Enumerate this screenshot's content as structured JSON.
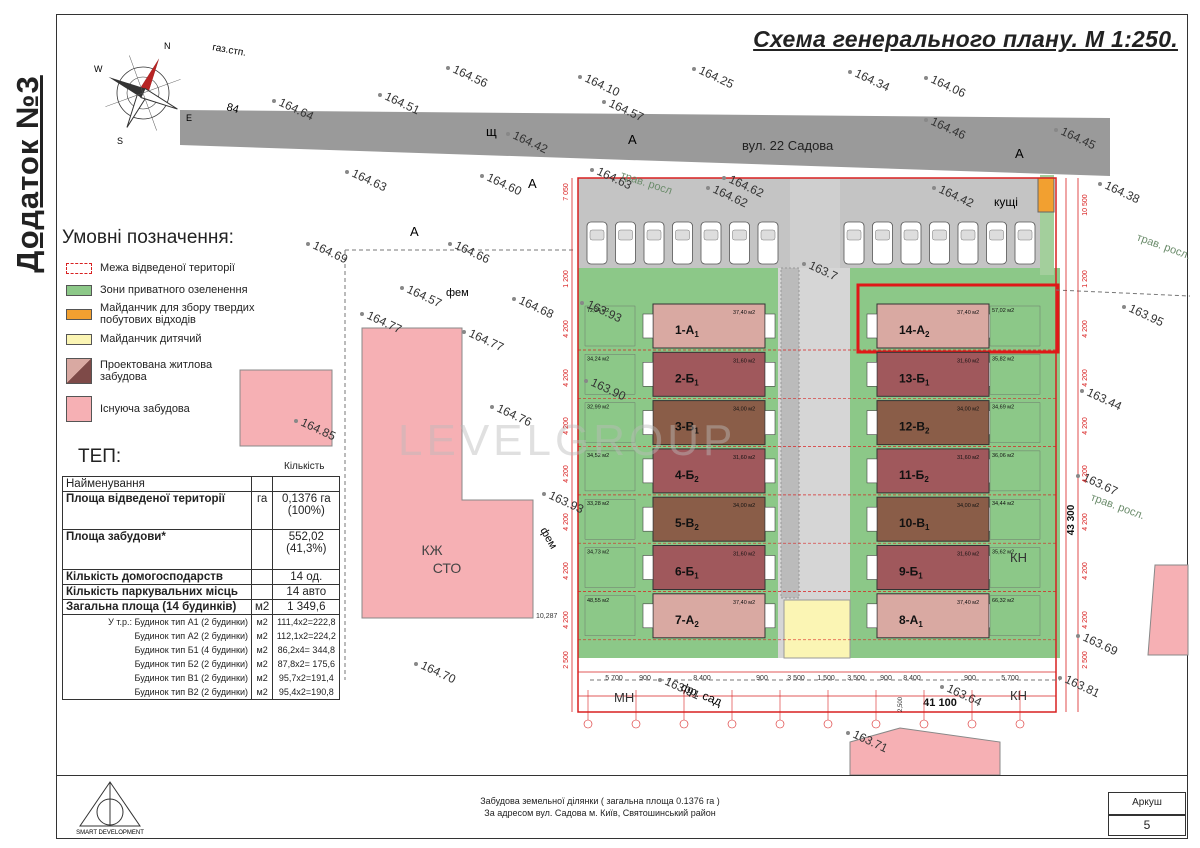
{
  "side_title": "Додаток №3",
  "title": "Схема генерального плану. М 1:250.",
  "compass": {
    "labels": [
      "N",
      "E",
      "S",
      "W"
    ]
  },
  "street": {
    "name": "вул. 22 Садова",
    "left_letters": "щ",
    "zone_letter": "А"
  },
  "plan_text": {
    "gas": "газ.стп.",
    "kushchi": "кущі",
    "trav1": "трав. росл",
    "trav2": "трав. росл.",
    "trav3": "трав. росл.",
    "fem": "фем",
    "fem2": "фем",
    "fr": "фр. сад",
    "kn1": "КН",
    "kn2": "КН",
    "mn": "МН",
    "num84": "84",
    "a1": "А",
    "a2": "А",
    "a3": "А",
    "kzh": "КЖ",
    "sto": "СТО",
    "watermark": "LEVELGROUP"
  },
  "elevations": [
    "164.56",
    "164.10",
    "164.25",
    "164.34",
    "164.06",
    "164.51",
    "164.57",
    "164.46",
    "164.64",
    "164.42",
    "164.45",
    "164.63",
    "164.60",
    "164.63",
    "164.62",
    "164.42",
    "164.38",
    "164.69",
    "164.66",
    "164.57",
    "164.68",
    "164.77",
    "164.77",
    "164.85",
    "164.70",
    "163.95",
    "163.44",
    "163.67",
    "163.69",
    "163.81",
    "163.71",
    "163.91",
    "163.93",
    "163.90",
    "163.93",
    "164.76",
    "163.64",
    "164.62",
    "163.7"
  ],
  "houses_left": [
    {
      "label": "1-А",
      "sub": "1",
      "area": "37,40 м2",
      "type": "A"
    },
    {
      "label": "2-Б",
      "sub": "1",
      "area": "31,60 м2",
      "type": "B1"
    },
    {
      "label": "3-В",
      "sub": "1",
      "area": "34,00 м2",
      "type": "V"
    },
    {
      "label": "4-Б",
      "sub": "2",
      "area": "31,60 м2",
      "type": "B1"
    },
    {
      "label": "5-В",
      "sub": "2",
      "area": "34,00 м2",
      "type": "V"
    },
    {
      "label": "6-Б",
      "sub": "1",
      "area": "31,60 м2",
      "type": "B1"
    },
    {
      "label": "7-А",
      "sub": "2",
      "area": "37,40 м2",
      "type": "A"
    }
  ],
  "houses_right": [
    {
      "label": "14-А",
      "sub": "2",
      "area": "37,40 м2",
      "type": "A"
    },
    {
      "label": "13-Б",
      "sub": "1",
      "area": "31,60 м2",
      "type": "B1"
    },
    {
      "label": "12-В",
      "sub": "2",
      "area": "34,00 м2",
      "type": "V"
    },
    {
      "label": "11-Б",
      "sub": "2",
      "area": "31,60 м2",
      "type": "B1"
    },
    {
      "label": "10-В",
      "sub": "1",
      "area": "34,00 м2",
      "type": "V"
    },
    {
      "label": "9-Б",
      "sub": "1",
      "area": "31,60 м2",
      "type": "B1"
    },
    {
      "label": "8-А",
      "sub": "1",
      "area": "37,40 м2",
      "type": "A"
    }
  ],
  "yard_left": [
    "72,24 м2",
    "34,24 м2",
    "32,99 м2",
    "34,52 м2",
    "33,28 м2",
    "34,73 м2",
    "48,55 м2"
  ],
  "yard_right": [
    "57,02 м2",
    "35,82 м2",
    "34,69 м2",
    "36,06 м2",
    "34,44 м2",
    "35,62 м2",
    "66,32 м2"
  ],
  "dims": {
    "left_vert": [
      "7 050",
      "1 200",
      "4 200",
      "4 200",
      "4 200",
      "4 200",
      "4 200",
      "4 200",
      "4 200",
      "2 500"
    ],
    "right_vert": [
      "10 500",
      "1 200",
      "4 200",
      "4 200",
      "4 200",
      "4 200",
      "4 200",
      "4 200",
      "4 200",
      "2 500"
    ],
    "total_vert": "43 300",
    "bottom": [
      "5 700",
      "900",
      "8 400",
      "900",
      "3 500",
      "1 500",
      "3 500",
      "900",
      "8 400",
      "900",
      "5 700"
    ],
    "total_horiz": "41 100",
    "small1": "10,287",
    "small2": "2,500"
  },
  "legend": {
    "title": "Умовні позначення:",
    "items": [
      {
        "label": "Межа відведеної території",
        "color": "#ffffff"
      },
      {
        "label": "Зони приватного озеленення",
        "color": "#8cc888"
      },
      {
        "label": "Майданчик для збору твердих побутових відходів",
        "color": "#f2a030"
      },
      {
        "label": "Майданчик дитячий",
        "color": "#fbf5b4"
      },
      {
        "label": "Проектована житлова забудова",
        "color": "#a86a68"
      },
      {
        "label": "Існуюча забудова",
        "color": "#f6b0b4"
      }
    ]
  },
  "tep": {
    "title": "ТЕП:",
    "qty_header": "Кількість",
    "name_header": "Найменування",
    "rows": [
      {
        "name": "Площа відведеної території",
        "unit": "га",
        "value": "0,1376 га (100%)",
        "bold": true
      },
      {
        "name": "Площа забудови*",
        "unit": "",
        "value": "552,02 (41,3%)",
        "bold": true
      },
      {
        "name": "Кількість домогосподарств",
        "unit": "",
        "value": "14 од.",
        "bold": true
      },
      {
        "name": "Кількість паркувальних місць",
        "unit": "",
        "value": "14 авто",
        "bold": true
      },
      {
        "name": "Загальна площа (14 будинків)",
        "unit": "м2",
        "value": "1 349,6",
        "bold": true
      }
    ],
    "sub_rows": [
      {
        "name": "У т.р.: Будинок тип А1 (2 будинки)",
        "unit": "м2",
        "value": "111,4x2=222,8"
      },
      {
        "name": "Будинок тип А2 (2 будинки)",
        "unit": "м2",
        "value": "112,1x2=224,2"
      },
      {
        "name": "Будинок тип Б1 (4 будинки)",
        "unit": "м2",
        "value": "86,2x4= 344,8"
      },
      {
        "name": "Будинок тип Б2 (2 будинки)",
        "unit": "м2",
        "value": "87,8x2= 175,6"
      },
      {
        "name": "Будинок тип В1 (2 будинки)",
        "unit": "м2",
        "value": "95,7x2=191,4"
      },
      {
        "name": "Будинок тип В2 (2 будинки)",
        "unit": "м2",
        "value": "95,4x2=190,8"
      }
    ]
  },
  "footer": {
    "logo_text": "SMART DEVELOPMENT",
    "line1": "Забудова земельної ділянки ( загальна площа 0.1376 га )",
    "line2": "За адресом вул. Садова  м. Київ, Святошинський район",
    "sheet_label": "Аркуш",
    "sheet_number": "5"
  }
}
